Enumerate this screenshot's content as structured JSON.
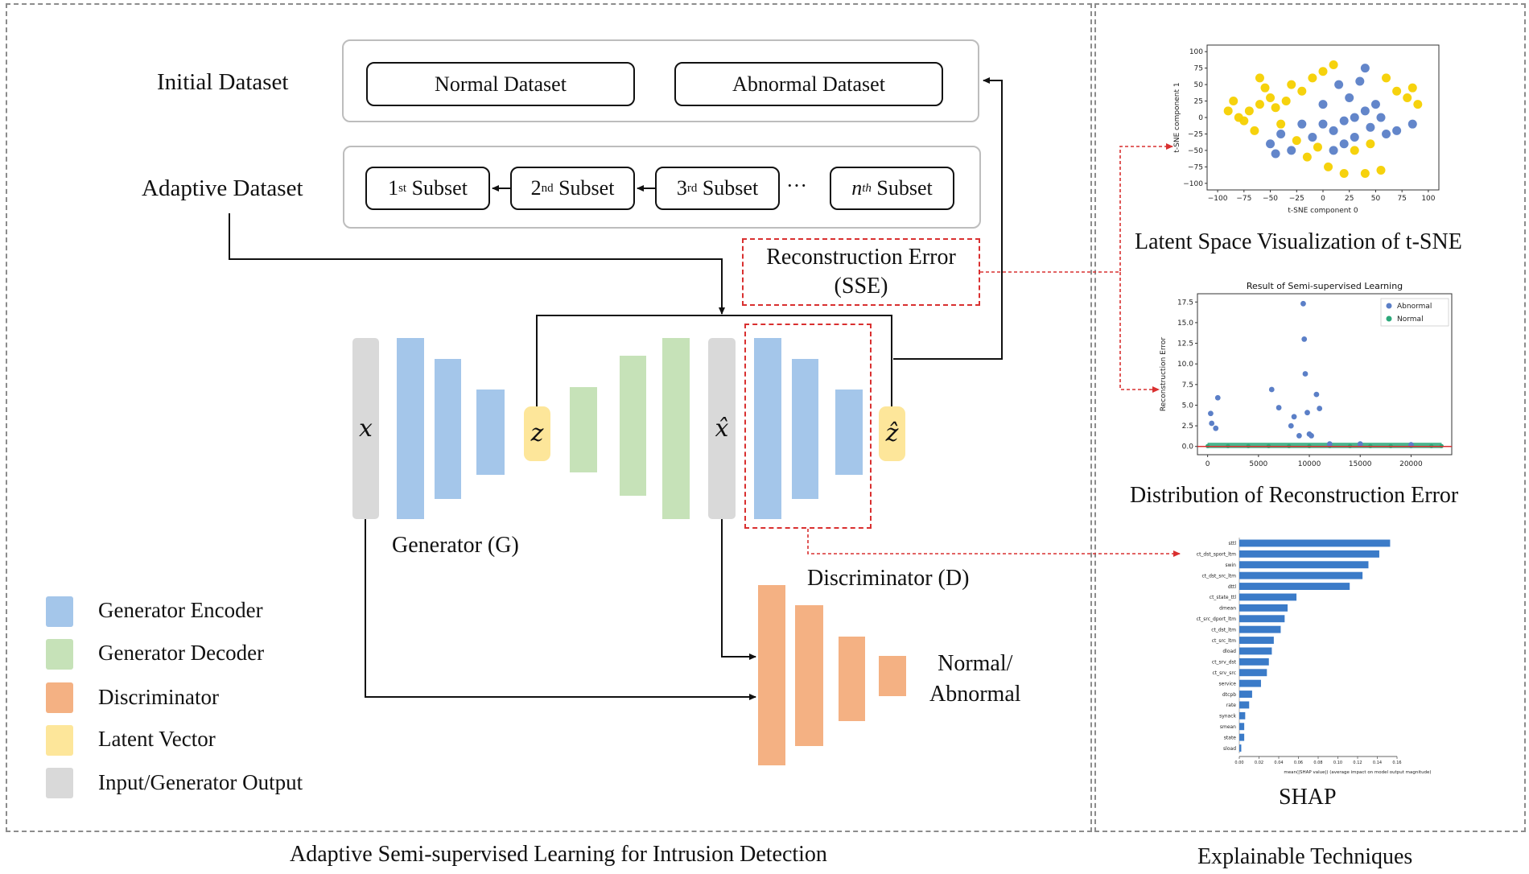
{
  "datasets": {
    "initial_label": "Initial Dataset",
    "normal": "Normal Dataset",
    "abnormal": "Abnormal Dataset",
    "adaptive_label": "Adaptive Dataset",
    "subsets": [
      {
        "num": "1",
        "sup": "st",
        "text": "Subset"
      },
      {
        "num": "2",
        "sup": "nd",
        "text": "Subset"
      },
      {
        "num": "3",
        "sup": "rd",
        "text": "Subset"
      },
      {
        "num": "n",
        "sup": "th",
        "text": "Subset"
      }
    ],
    "ellipsis": "···"
  },
  "reconstruction_error": {
    "line1": "Reconstruction Error",
    "line2": "(SSE)"
  },
  "symbols": {
    "x": "x",
    "z": "z",
    "x_hat": "x̂",
    "z_hat": "ẑ"
  },
  "generator_label": "Generator (G)",
  "discriminator_label": "Discriminator (D)",
  "output_label": {
    "line1": "Normal/",
    "line2": "Abnormal"
  },
  "legend": [
    {
      "label": "Generator Encoder",
      "color": "#a4c6ea"
    },
    {
      "label": "Generator Decoder",
      "color": "#c6e2b8"
    },
    {
      "label": "Discriminator",
      "color": "#f4b183"
    },
    {
      "label": "Latent Vector",
      "color": "#fde69a"
    },
    {
      "label": "Input/Generator Output",
      "color": "#d9d9d9"
    }
  ],
  "left_caption": "Adaptive Semi-supervised Learning for Intrusion Detection",
  "right_caption": "Explainable Techniques",
  "explain": {
    "tsne_caption": "Latent Space Visualization of t-SNE",
    "recon_caption": "Distribution of Reconstruction Error",
    "shap_caption": "SHAP"
  },
  "colors": {
    "normal": "#f5d000",
    "abnormal": "#5b7fc7",
    "normal_recon": "#2ca87a",
    "threshold": "#d93030",
    "shap_bar": "#3b7bc8"
  },
  "chart_data": [
    {
      "type": "scatter",
      "title": "",
      "xlabel": "t-SNE component 0",
      "ylabel": "t-SNE component 1",
      "xlim": [
        -110,
        110
      ],
      "ylim": [
        -110,
        110
      ],
      "xticks": [
        -100,
        -75,
        -50,
        -25,
        0,
        25,
        50,
        75,
        100
      ],
      "yticks": [
        -100,
        -75,
        -50,
        -25,
        0,
        25,
        50,
        75,
        100
      ],
      "series": [
        {
          "points": [
            [
              -80,
              0
            ],
            [
              -70,
              10
            ],
            [
              -60,
              20
            ],
            [
              -50,
              30
            ],
            [
              -45,
              15
            ],
            [
              -35,
              25
            ],
            [
              -20,
              40
            ],
            [
              -10,
              60
            ],
            [
              0,
              70
            ],
            [
              10,
              80
            ],
            [
              -30,
              50
            ],
            [
              -55,
              45
            ],
            [
              -75,
              -5
            ],
            [
              -65,
              -20
            ],
            [
              -40,
              -10
            ],
            [
              -25,
              -35
            ],
            [
              -15,
              -60
            ],
            [
              5,
              -75
            ],
            [
              20,
              -85
            ],
            [
              40,
              -85
            ],
            [
              55,
              -80
            ],
            [
              30,
              -50
            ],
            [
              80,
              30
            ],
            [
              90,
              20
            ],
            [
              70,
              40
            ],
            [
              85,
              45
            ],
            [
              60,
              60
            ],
            [
              -85,
              25
            ],
            [
              -90,
              10
            ],
            [
              -60,
              60
            ],
            [
              -5,
              -45
            ],
            [
              45,
              -40
            ]
          ]
        },
        {
          "points": [
            [
              -50,
              -40
            ],
            [
              -45,
              -55
            ],
            [
              -40,
              -25
            ],
            [
              -20,
              -10
            ],
            [
              -10,
              -30
            ],
            [
              0,
              -10
            ],
            [
              10,
              -20
            ],
            [
              20,
              -5
            ],
            [
              30,
              0
            ],
            [
              40,
              10
            ],
            [
              50,
              20
            ],
            [
              45,
              -15
            ],
            [
              55,
              0
            ],
            [
              60,
              -25
            ],
            [
              25,
              30
            ],
            [
              15,
              50
            ],
            [
              35,
              55
            ],
            [
              40,
              75
            ],
            [
              10,
              -50
            ],
            [
              20,
              -40
            ],
            [
              70,
              -20
            ],
            [
              85,
              -10
            ],
            [
              -30,
              -50
            ],
            [
              0,
              20
            ],
            [
              30,
              -30
            ]
          ]
        }
      ]
    },
    {
      "type": "scatter",
      "title": "Result of Semi-supervised Learning",
      "xlabel": "",
      "ylabel": "Reconstruction Error",
      "xlim": [
        -1000,
        24000
      ],
      "ylim": [
        -1,
        18.5
      ],
      "xticks": [
        0,
        5000,
        10000,
        15000,
        20000
      ],
      "yticks": [
        0.0,
        2.5,
        5.0,
        7.5,
        10.0,
        12.5,
        15.0,
        17.5
      ],
      "legend_position": "top-right",
      "threshold": 0.0,
      "series": [
        {
          "name": "Abnormal",
          "points": [
            [
              300,
              4.0
            ],
            [
              400,
              2.8
            ],
            [
              1000,
              5.9
            ],
            [
              800,
              2.2
            ],
            [
              6300,
              6.9
            ],
            [
              7000,
              4.7
            ],
            [
              8200,
              2.5
            ],
            [
              8500,
              3.6
            ],
            [
              9000,
              1.3
            ],
            [
              9400,
              17.3
            ],
            [
              9500,
              13.0
            ],
            [
              9600,
              8.8
            ],
            [
              9800,
              4.1
            ],
            [
              10000,
              1.5
            ],
            [
              10200,
              1.3
            ],
            [
              10700,
              6.3
            ],
            [
              11000,
              4.6
            ],
            [
              12000,
              0.3
            ],
            [
              15000,
              0.3
            ],
            [
              20000,
              0.2
            ]
          ]
        },
        {
          "name": "Normal",
          "points": [
            [
              0,
              0.05
            ],
            [
              2000,
              0.05
            ],
            [
              4000,
              0.05
            ],
            [
              6000,
              0.05
            ],
            [
              8000,
              0.05
            ],
            [
              10000,
              0.05
            ],
            [
              12000,
              0.05
            ],
            [
              14000,
              0.05
            ],
            [
              16000,
              0.05
            ],
            [
              18000,
              0.05
            ],
            [
              20000,
              0.05
            ],
            [
              22000,
              0.05
            ],
            [
              23000,
              0.05
            ]
          ]
        }
      ]
    },
    {
      "type": "bar",
      "orientation": "horizontal",
      "title": "",
      "xlabel": "mean(|SHAP value|) (average impact on model output magnitude)",
      "categories": [
        "sttl",
        "ct_dst_sport_ltm",
        "swin",
        "ct_dst_src_ltm",
        "dttl",
        "ct_state_ttl",
        "dmean",
        "ct_src_dport_ltm",
        "ct_dst_ltm",
        "ct_src_ltm",
        "dload",
        "ct_srv_dst",
        "ct_srv_src",
        "service",
        "dtcpb",
        "rate",
        "synack",
        "smean",
        "state",
        "sload"
      ],
      "values": [
        0.153,
        0.142,
        0.131,
        0.125,
        0.112,
        0.058,
        0.049,
        0.046,
        0.042,
        0.035,
        0.033,
        0.03,
        0.028,
        0.022,
        0.013,
        0.01,
        0.006,
        0.005,
        0.005,
        0.002
      ],
      "xlim": [
        0,
        0.16
      ],
      "xticks": [
        0.0,
        0.02,
        0.04,
        0.06,
        0.08,
        0.1,
        0.12,
        0.14,
        0.16
      ]
    }
  ]
}
